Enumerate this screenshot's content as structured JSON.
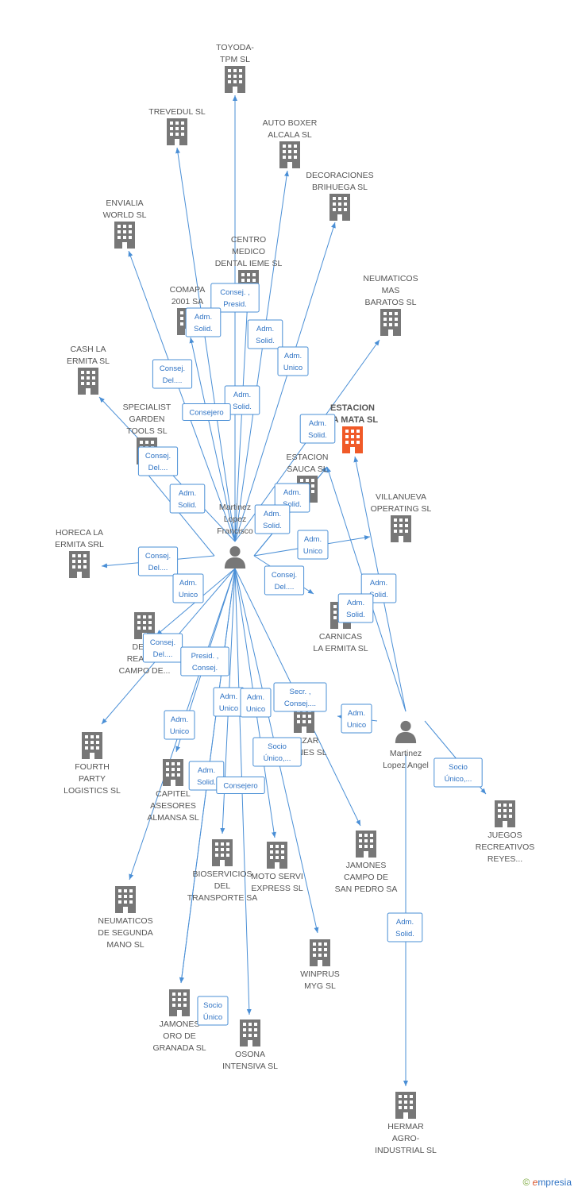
{
  "colors": {
    "edge": "#4a8fd6",
    "company": "#777777",
    "highlight": "#f05a28",
    "person": "#777777"
  },
  "people": [
    {
      "id": "p1",
      "name": [
        "Martinez",
        "Lopez",
        "Francisco"
      ]
    },
    {
      "id": "p2",
      "name": [
        "Martinez",
        "Lopez Angel"
      ]
    }
  ],
  "companies": [
    {
      "id": "c1",
      "name": [
        "TOYODA-",
        "TPM SL"
      ]
    },
    {
      "id": "c2",
      "name": [
        "TREVEDUL SL"
      ]
    },
    {
      "id": "c3",
      "name": [
        "AUTO BOXER",
        "ALCALA SL"
      ]
    },
    {
      "id": "c4",
      "name": [
        "DECORACIONES",
        "BRIHUEGA SL"
      ]
    },
    {
      "id": "c5",
      "name": [
        "ENVIALIA",
        "WORLD SL"
      ]
    },
    {
      "id": "c6",
      "name": [
        "CENTRO",
        "MEDICO",
        "DENTAL IEME SL"
      ]
    },
    {
      "id": "c7",
      "name": [
        "NEUMATICOS",
        "MAS",
        "BARATOS SL"
      ]
    },
    {
      "id": "c8",
      "name": [
        "COMAPA",
        "2001 SA"
      ]
    },
    {
      "id": "c9",
      "name": [
        "CASH LA",
        "ERMITA SL"
      ]
    },
    {
      "id": "c10",
      "name": [
        "ESTACION",
        "LA MATA SL"
      ],
      "main": true
    },
    {
      "id": "c11",
      "name": [
        "SPECIALIST",
        "GARDEN",
        "TOOLS SL"
      ]
    },
    {
      "id": "c12",
      "name": [
        "ESTACION",
        "SAUCA SL"
      ]
    },
    {
      "id": "c13",
      "name": [
        "VILLANUEVA",
        "OPERATING SL"
      ]
    },
    {
      "id": "c14",
      "name": [
        "HORECA LA",
        "ERMITA SRL"
      ]
    },
    {
      "id": "c15",
      "name": [
        "CARNICAS",
        "LA ERMITA SL"
      ]
    },
    {
      "id": "c16",
      "name": [
        "DEH...",
        "REAL DE",
        "CAMPO DE..."
      ]
    },
    {
      "id": "c17",
      "name": [
        "...EZAR",
        "...IONES SL"
      ]
    },
    {
      "id": "c18",
      "name": [
        "FOURTH",
        "PARTY",
        "LOGISTICS SL"
      ]
    },
    {
      "id": "c19",
      "name": [
        "CAPITEL",
        "ASESORES",
        "ALMANSA SL"
      ]
    },
    {
      "id": "c20",
      "name": [
        "JUEGOS",
        "RECREATIVOS",
        "REYES..."
      ]
    },
    {
      "id": "c21",
      "name": [
        "BIOSERVICIOS",
        "DEL",
        "TRANSPORTE SA"
      ]
    },
    {
      "id": "c22",
      "name": [
        "MOTO SERVI",
        "EXPRESS SL"
      ]
    },
    {
      "id": "c23",
      "name": [
        "JAMONES",
        "CAMPO DE",
        "SAN PEDRO SA"
      ]
    },
    {
      "id": "c24",
      "name": [
        "NEUMATICOS",
        "DE SEGUNDA",
        "MANO SL"
      ]
    },
    {
      "id": "c25",
      "name": [
        "WINPRUS",
        "MYG SL"
      ]
    },
    {
      "id": "c26",
      "name": [
        "JAMONES",
        "ORO DE",
        "GRANADA SL"
      ]
    },
    {
      "id": "c27",
      "name": [
        "OSONA",
        "INTENSIVA SL"
      ]
    },
    {
      "id": "c28",
      "name": [
        "HERMAR",
        "AGRO-",
        "INDUSTRIAL SL"
      ]
    }
  ],
  "edges": [
    {
      "from": "p1",
      "to": "c1",
      "label": [
        "Consej. ,",
        "Presid."
      ]
    },
    {
      "from": "p1",
      "to": "c2",
      "label": [
        "Adm.",
        "Solid."
      ]
    },
    {
      "from": "p1",
      "to": "c3",
      "label": [
        "Adm.",
        "Solid."
      ]
    },
    {
      "from": "p1",
      "to": "c4",
      "label": [
        "Adm.",
        "Unico"
      ]
    },
    {
      "from": "p1",
      "to": "c5",
      "label": [
        "Consej.",
        "Del...."
      ]
    },
    {
      "from": "p1",
      "to": "c6",
      "label": [
        "Adm.",
        "Solid."
      ]
    },
    {
      "from": "p1",
      "to": "c7",
      "label": [
        "Adm.",
        "Solid."
      ]
    },
    {
      "from": "p1",
      "to": "c8",
      "label": [
        "Consejero"
      ]
    },
    {
      "from": "p1",
      "to": "c9",
      "label": [
        "Consej.",
        "Del...."
      ]
    },
    {
      "from": "p1",
      "to": "c11",
      "label": [
        "Adm.",
        "Solid."
      ]
    },
    {
      "from": "p1",
      "to": "c12",
      "label": [
        "Adm.",
        "Solid."
      ]
    },
    {
      "from": "p1",
      "to": "c13",
      "label": [
        "Adm.",
        "Unico"
      ]
    },
    {
      "from": "p1",
      "to": "c14",
      "label": [
        "Consej.",
        "Del...."
      ]
    },
    {
      "from": "p1",
      "to": "c15",
      "label": [
        "Consej.",
        "Del...."
      ]
    },
    {
      "from": "p1",
      "to": "c16",
      "label": [
        "Adm.",
        "Unico"
      ]
    },
    {
      "from": "p1",
      "to": "c18",
      "label": [
        "Consej.",
        "Del...."
      ]
    },
    {
      "from": "p1",
      "to": "c19",
      "label": [
        "Adm.",
        "Unico"
      ]
    },
    {
      "from": "p1",
      "to": "c24",
      "label": [
        "Presid. ,",
        "Consej."
      ]
    },
    {
      "from": "p1",
      "to": "c26",
      "label": [
        "Adm.",
        "Solid."
      ]
    },
    {
      "from": "p1",
      "to": "c21",
      "label": [
        "Adm.",
        "Unico"
      ]
    },
    {
      "from": "p1",
      "to": "c22",
      "label": [
        "Adm.",
        "Unico"
      ]
    },
    {
      "from": "p1",
      "to": "c27",
      "label": [
        "Consejero"
      ]
    },
    {
      "from": "p1",
      "to": "c25",
      "label": [
        "Socio",
        "Único,..."
      ]
    },
    {
      "from": "p1",
      "to": "c23",
      "label": [
        "Secr. ,",
        "Consej...."
      ]
    },
    {
      "from": "p1",
      "to": "c12",
      "label": [
        "Adm.",
        "Solid."
      ]
    },
    {
      "from": "p2",
      "to": "c10",
      "label": [
        "Adm.",
        "Solid."
      ]
    },
    {
      "from": "p2",
      "to": "c12",
      "label": [
        "Adm.",
        "Solid."
      ]
    },
    {
      "from": "p2",
      "to": "c17",
      "label": [
        "Adm.",
        "Unico"
      ]
    },
    {
      "from": "p2",
      "to": "c20",
      "label": [
        "Socio",
        "Único,..."
      ]
    },
    {
      "from": "p2",
      "to": "c28",
      "label": [
        "Adm.",
        "Solid."
      ]
    },
    {
      "from": "p1",
      "to": "c26",
      "label": [
        "Socio",
        "Único"
      ]
    }
  ],
  "footer": {
    "copyright": "©",
    "brand_e": "e",
    "brand_rest": "mpresia"
  }
}
